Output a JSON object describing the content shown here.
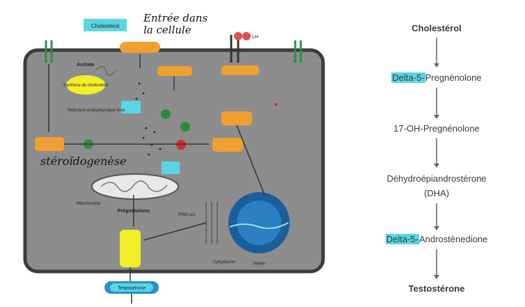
{
  "pathway": {
    "steps": [
      {
        "prefix": "",
        "highlight": "",
        "text": "Cholestérol",
        "bold": true
      },
      {
        "prefix": "",
        "highlight": "Delta-5-",
        "text": "Pregnénolone",
        "bold": false
      },
      {
        "prefix": "",
        "highlight": "",
        "text": "17-OH-Pregnénolone",
        "bold": false
      },
      {
        "prefix": "",
        "highlight": "",
        "text": "Déhydroépiandrostérone",
        "bold": false
      },
      {
        "prefix": "",
        "highlight": "",
        "text": "(DHA)",
        "bold": false
      },
      {
        "prefix": "",
        "highlight": "Delta-5-",
        "text": "Androstènedione",
        "bold": false
      },
      {
        "prefix": "",
        "highlight": "",
        "text": "Testostérone",
        "bold": true
      }
    ]
  },
  "figure": {
    "cholesterol_box": "Cholestérol",
    "handwritten_entry": "Entrée dans la cellule",
    "handwritten_steroid": "stéroïdogenèse",
    "lh": "LH",
    "acetate": "Acétate",
    "synthese": "Synthèse du cholestérol",
    "reticulum": "Réticulum endoplasmique lisse",
    "pregnenolone": "Prégnénolone",
    "mitochondrie": "Mitochondrie",
    "noyau": "Noyau",
    "testosterone": "Testostérone",
    "p450": "P450 scc",
    "cyto": "Cytoplasme"
  },
  "colors": {
    "highlight": "#5ad5e3",
    "cell": "#8a8a8a",
    "orange": "#f0a030",
    "yellow": "#f2ee2a"
  }
}
